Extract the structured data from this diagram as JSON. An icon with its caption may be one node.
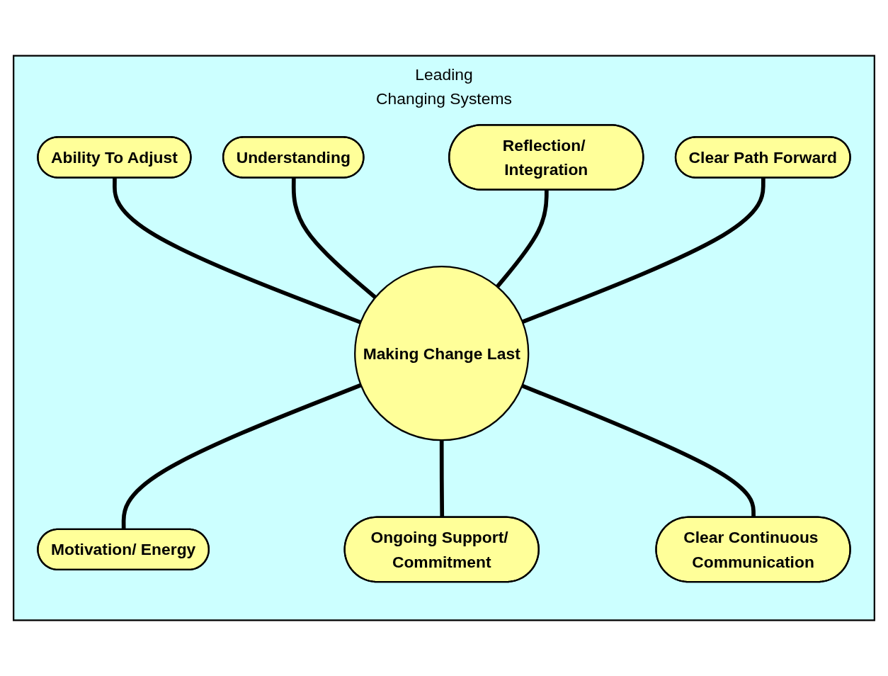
{
  "diagram": {
    "nodes": [
      {
        "text": [
          "Leading",
          "Changing Systems"
        ]
      },
      {
        "text": [
          "Ability To Adjust"
        ],
        "in": 0
      },
      {
        "text": [
          "Understanding"
        ],
        "in": 0
      },
      {
        "text": [
          "Reflection/ Integration"
        ],
        "in": 0
      },
      {
        "text": [
          "Clear Path Forward"
        ],
        "in": 0
      },
      {
        "text": [
          "Making Change Last"
        ],
        "in": 0
      },
      {
        "text": [
          "Motivation/ Energy"
        ],
        "in": 0
      },
      {
        "text": [
          "Ongoing Support/ Commitment"
        ],
        "in": 0
      },
      {
        "text": [
          "Clear Continuous Communication"
        ],
        "in": 0
      }
    ],
    "edges": [
      {
        "from": 1,
        "to": 5,
        "arrow": "none"
      },
      {
        "from": 2,
        "to": 5,
        "arrow": "none"
      },
      {
        "from": 3,
        "to": 5,
        "arrow": "none"
      },
      {
        "from": 4,
        "to": 5,
        "arrow": "none"
      },
      {
        "from": 5,
        "to": 6,
        "arrow": "none"
      },
      {
        "from": 5,
        "to": 7,
        "arrow": "none"
      },
      {
        "from": 5,
        "to": 8,
        "arrow": "none"
      }
    ]
  }
}
